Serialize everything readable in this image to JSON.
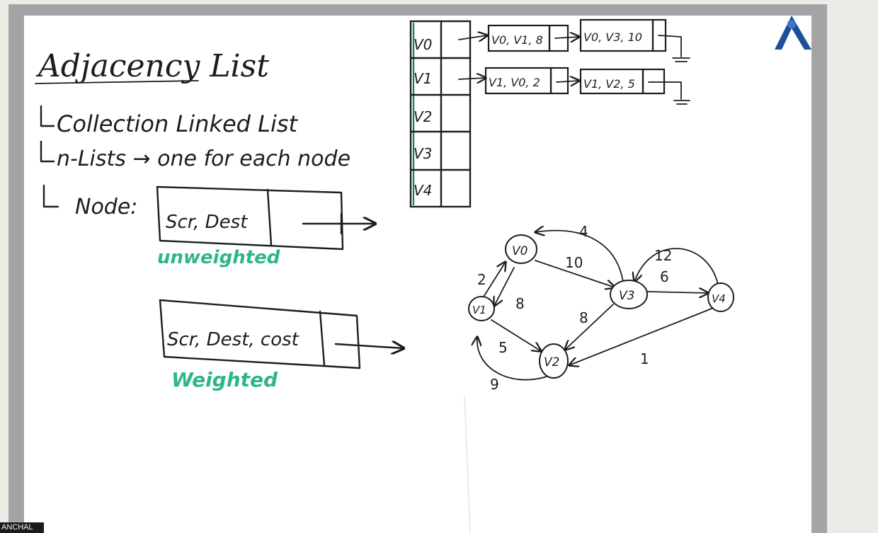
{
  "whiteboard": {
    "title": "Adjacency List",
    "bullets": [
      "Collection Linked List",
      "n-Lists → one for each node",
      "Node:"
    ],
    "node_unweighted": {
      "field": "Scr, Dest",
      "caption": "unweighted"
    },
    "node_weighted": {
      "field": "Scr, Dest, cost",
      "caption": "Weighted"
    },
    "table": {
      "rows": [
        "V0",
        "V1",
        "V2",
        "V3",
        "V4"
      ],
      "lists": [
        [
          "V0, V1, 8",
          "V0, V3, 10"
        ],
        [
          "V1, V0, 2",
          "V1, V2, 5"
        ]
      ]
    },
    "graph": {
      "nodes": [
        "V0",
        "V1",
        "V2",
        "V3",
        "V4"
      ],
      "edge_weights": {
        "v3_v0": "4",
        "v0_v3": "10",
        "v4_v3": "12",
        "v3_v4": "6",
        "v1_v0": "2",
        "v0_v1": "8",
        "v3_v2": "8",
        "v1_v2": "5",
        "v2_v1": "9",
        "v4_v2": "1"
      }
    }
  },
  "name_tag": {
    "text": "ANCHAL"
  },
  "colors": {
    "board": "#ffffff",
    "frame": "#9c9d9f",
    "ink": "#1d1d1d",
    "caption_green": "#2fb58c"
  }
}
